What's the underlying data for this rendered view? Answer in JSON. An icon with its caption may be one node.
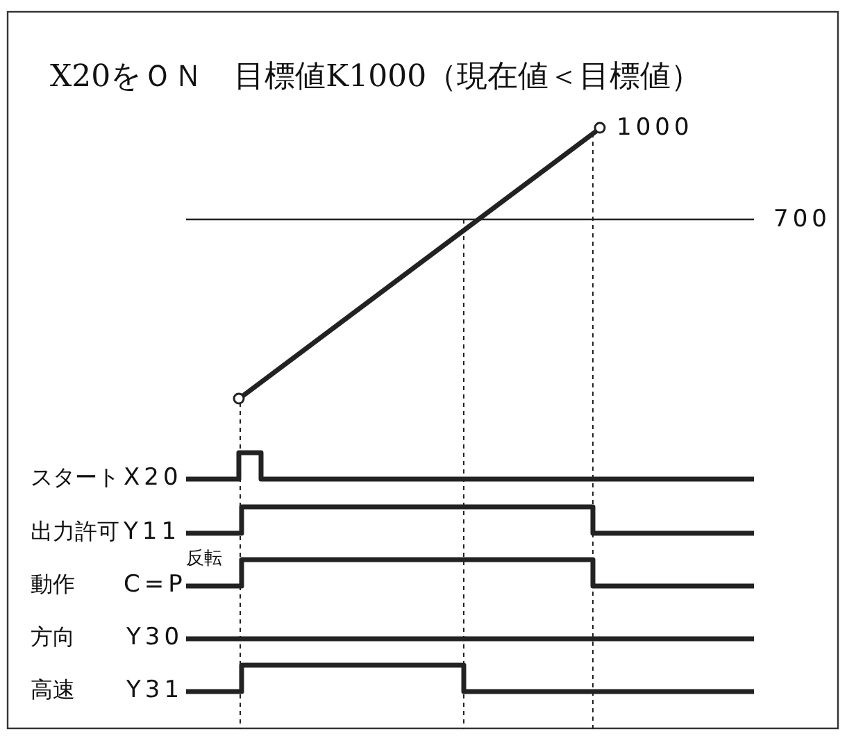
{
  "diagram": {
    "title": "X20をＯＮ　目標値K1000（現在値＜目標値）",
    "labels": [
      "1000",
      "700",
      "スタート",
      "X20",
      "出力許可",
      "Y11",
      "動作",
      "C=P",
      "反転",
      "方向",
      "Y30",
      "高速",
      "Y31"
    ]
  }
}
